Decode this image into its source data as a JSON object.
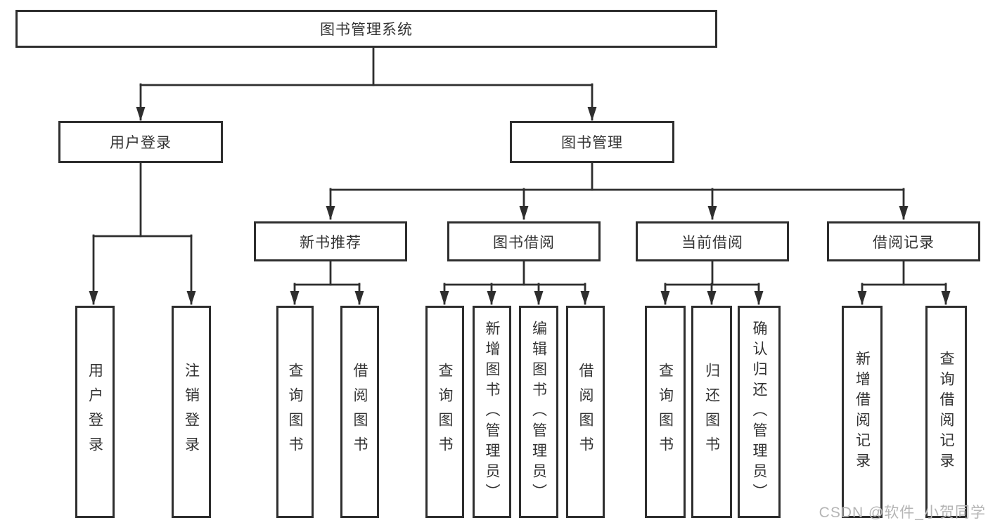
{
  "title": {
    "label": "图书管理系统"
  },
  "branches": {
    "user_login": {
      "label": "用户登录",
      "children": [
        {
          "label": "用户登录"
        },
        {
          "label": "注销登录"
        }
      ]
    },
    "book_mgmt": {
      "label": "图书管理",
      "children": [
        {
          "label": "新书推荐",
          "children": [
            {
              "label": "查询图书"
            },
            {
              "label": "借阅图书"
            }
          ]
        },
        {
          "label": "图书借阅",
          "children": [
            {
              "label": "查询图书"
            },
            {
              "label": "新增图书（管理员）"
            },
            {
              "label": "编辑图书（管理员）"
            },
            {
              "label": "借阅图书"
            }
          ]
        },
        {
          "label": "当前借阅",
          "children": [
            {
              "label": "查询图书"
            },
            {
              "label": "归还图书"
            },
            {
              "label": "确认归还（管理员）"
            }
          ]
        },
        {
          "label": "借阅记录",
          "children": [
            {
              "label": "新增借阅记录"
            },
            {
              "label": "查询借阅记录"
            }
          ]
        }
      ]
    }
  },
  "watermark": {
    "label": "CSDN @软件_小贺同学"
  },
  "colors": {
    "line": "#2e2e2e",
    "text": "#333333",
    "box_background": "#ffffff",
    "watermark": "#b5b5b5"
  }
}
